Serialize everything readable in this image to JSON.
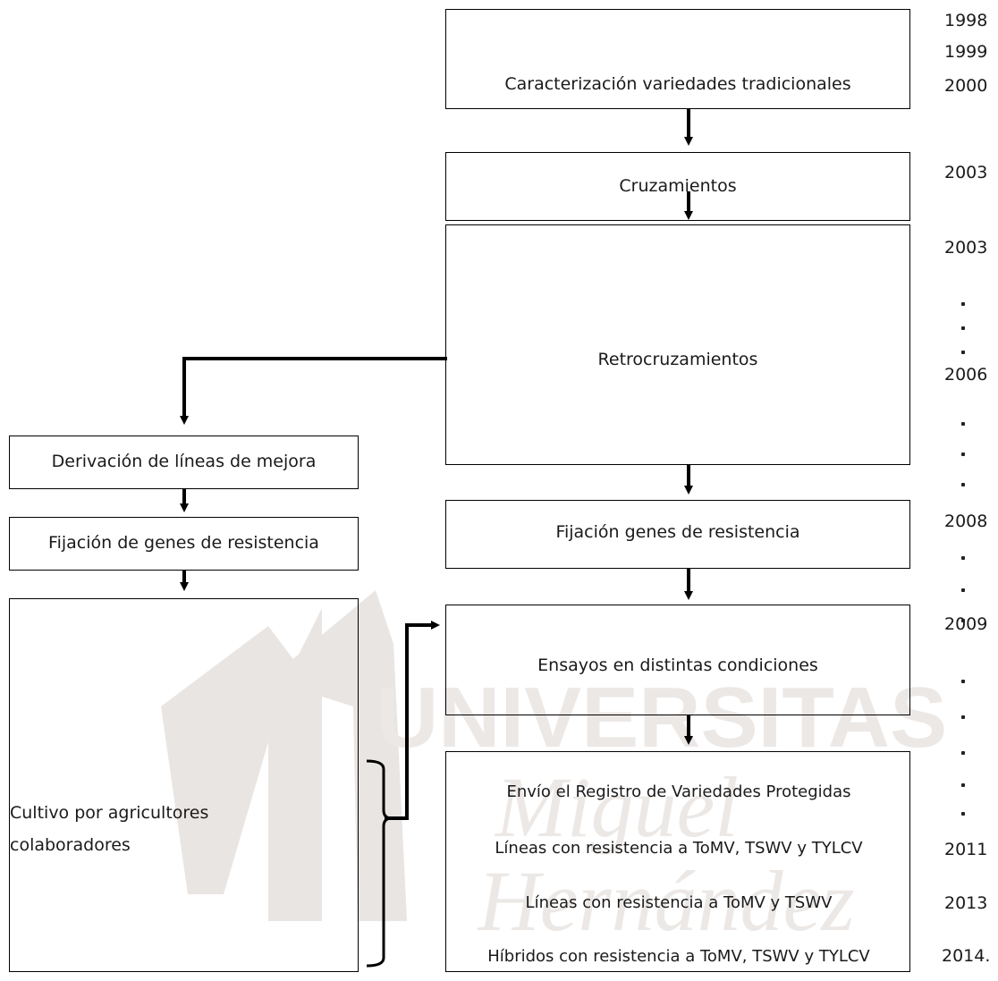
{
  "watermark": {
    "word1": "UNIVERSITAS",
    "word2": "Miguel",
    "word3": "Hernández"
  },
  "boxes": {
    "caracterizacion": "Caracterización variedades  tradicionales",
    "cruzamientos": "Cruzamientos",
    "retrocruzamientos": "Retrocruzamientos",
    "derivacion": "Derivación de líneas de mejora",
    "fijacion_left": "Fijación de genes de resistencia",
    "cultivo_line1": "Cultivo por agricultores",
    "cultivo_line2": "colaboradores",
    "fijacion_right": "Fijación genes de resistencia",
    "ensayos": "Ensayos en distintas condiciones",
    "envio": "Envío el Registro de Variedades Protegidas",
    "lineas1": "Líneas con resistencia a ToMV, TSWV y TYLCV",
    "lineas2": "Líneas con resistencia a ToMV y TSWV",
    "hibridos": "Híbridos con resistencia a ToMV, TSWV y TYLCV"
  },
  "years": {
    "y1998": "1998",
    "y1999": "1999",
    "y2000": "2000",
    "y2003a": "2003",
    "y2003b": "2003",
    "y2006": "2006",
    "y2008": "2008",
    "y2009": "2009",
    "y2011": "2011",
    "y2013": "2013",
    "y2014": "2014."
  }
}
